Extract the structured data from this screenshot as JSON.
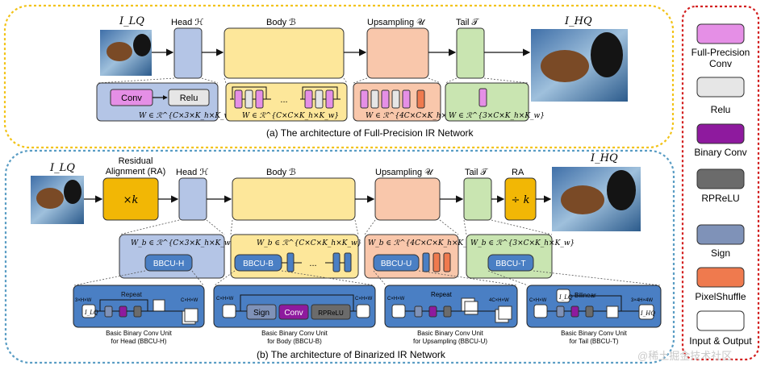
{
  "top": {
    "input_label": "I_LQ",
    "output_label": "I_HQ",
    "head_label": "Head ℋ",
    "body_label": "Body ℬ",
    "up_label": "Upsampling 𝒰",
    "tail_label": "Tail 𝒯",
    "conv_label": "Conv",
    "relu_label": "Relu",
    "head_w": "W ∈ ℛ^{C×3×K_h×K_w}",
    "body_w": "W ∈ ℛ^{C×C×K_h×K_w}",
    "up_w": "W ∈ ℛ^{4C×C×K_h×K_w}",
    "tail_w": "W ∈ ℛ^{3×C×K_h×K_w}",
    "dots": "...",
    "caption": "(a) The architecture of Full-Precision IR Network"
  },
  "bottom": {
    "input_label": "I_LQ",
    "output_label": "I_HQ",
    "ra_title_line1": "Residual",
    "ra_title_line2": "Alignment (RA)",
    "ra_in_label": "×k",
    "ra_out_title": "RA",
    "ra_out_label": "÷ k",
    "head_label": "Head ℋ",
    "body_label": "Body ℬ",
    "up_label": "Upsampling 𝒰",
    "tail_label": "Tail 𝒯",
    "head_w": "W_b ∈ ℛ^{C×3×K_h×K_w}",
    "body_w": "W_b ∈ ℛ^{C×C×K_h×K_w}",
    "up_w": "W_b ∈ ℛ^{4C×C×K_h×K_w}",
    "tail_w": "W_b ∈ ℛ^{3×C×K_h×K_w}",
    "bbcu_h": "BBCU-H",
    "bbcu_b": "BBCU-B",
    "bbcu_u": "BBCU-U",
    "bbcu_t": "BBCU-T",
    "dots": "...",
    "unit_h": {
      "repeat": "Repeat",
      "in_dim": "3×H×W",
      "out_dim": "C×H×W",
      "in_icon": "I_LQ",
      "cap1": "Basic Binary Conv Unit",
      "cap2": "for Head (BBCU-H)"
    },
    "unit_b": {
      "in_dim": "C×H×W",
      "out_dim": "C×H×W",
      "sign": "Sign",
      "conv": "Conv",
      "rprelu": "RPReLU",
      "cap1": "Basic Binary Conv Unit",
      "cap2": "for Body (BBCU-B)"
    },
    "unit_u": {
      "repeat": "Repeat",
      "in_dim": "C×H×W",
      "out_dim": "4C×H×W",
      "cap1": "Basic Binary Conv Unit",
      "cap2": "for Upsampling (BBCU-U)"
    },
    "unit_t": {
      "bilinear": "Bilinear",
      "in_dim": "C×H×W",
      "out_dim": "3×4H×4W",
      "in_icon": "I_LQ",
      "out_icon": "I_HQ",
      "cap1": "Basic Binary Conv Unit",
      "cap2": "for Tail (BBCU-T)"
    },
    "caption": "(b) The architecture of Binarized IR Network"
  },
  "legend": {
    "items": [
      {
        "label": "Full-Precision Conv",
        "color": "#e58fe6"
      },
      {
        "label": "Relu",
        "color": "#e6e6e6"
      },
      {
        "label": "Binary Conv",
        "color": "#8e1a9e"
      },
      {
        "label": "RPReLU",
        "color": "#6b6b6b"
      },
      {
        "label": "Sign",
        "color": "#7f92b8"
      },
      {
        "label": "PixelShuffle",
        "color": "#ef7a4e"
      },
      {
        "label": "Input & Output",
        "color": "#ffffff"
      }
    ]
  },
  "watermark": "@稀土掘金技术社区",
  "colors": {
    "head": "#b4c5e6",
    "body": "#fde79a",
    "up": "#f9c7ab",
    "tail": "#c9e5b1",
    "ra": "#f2b705",
    "bbcu": "#4a7fc4",
    "panel_blue": "#9ab6e3",
    "top_border": "#f2c318",
    "bottom_border": "#5a9dc4",
    "legend_border": "#d32020"
  }
}
